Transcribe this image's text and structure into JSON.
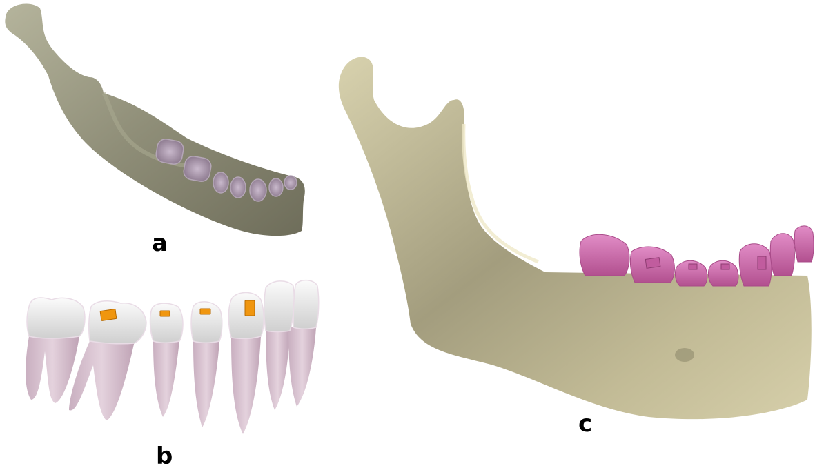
{
  "figure": {
    "panels": [
      {
        "id": "a",
        "label": "a",
        "description": "Mandible model with empty tooth sockets (alveoli)"
      },
      {
        "id": "b",
        "label": "b",
        "description": "Lower teeth row with orthodontic brackets"
      },
      {
        "id": "c",
        "label": "c",
        "description": "Mandible with teeth and brackets assembled"
      }
    ]
  },
  "colors": {
    "bone_a": "#8f8e78",
    "socket": "#a694a8",
    "enamel": "#e6e6e6",
    "root": "#d9c3d0",
    "bracket_b": "#f0960f",
    "bone_c": "#cfc8a2",
    "crown_c": "#c963a8",
    "background": "#ffffff"
  }
}
